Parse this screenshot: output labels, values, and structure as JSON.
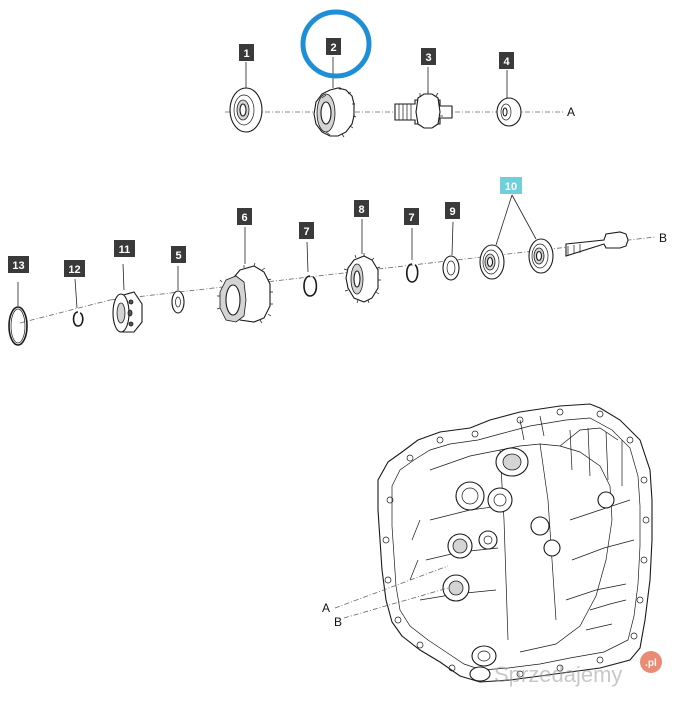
{
  "parts": [
    {
      "id": "part-1",
      "label": "1"
    },
    {
      "id": "part-2",
      "label": "2"
    },
    {
      "id": "part-3",
      "label": "3"
    },
    {
      "id": "part-4",
      "label": "4"
    },
    {
      "id": "part-5",
      "label": "5"
    },
    {
      "id": "part-6",
      "label": "6"
    },
    {
      "id": "part-7a",
      "label": "7"
    },
    {
      "id": "part-7b",
      "label": "7"
    },
    {
      "id": "part-8",
      "label": "8"
    },
    {
      "id": "part-9",
      "label": "9"
    },
    {
      "id": "part-10",
      "label": "10"
    },
    {
      "id": "part-11",
      "label": "11"
    },
    {
      "id": "part-12",
      "label": "12"
    },
    {
      "id": "part-13",
      "label": "13"
    }
  ],
  "axes": {
    "a_label": "A",
    "b_label": "B"
  },
  "highlight": {
    "part": "2",
    "color": "#1e8fd6"
  },
  "highlight_tag_color": "#6fd0dc",
  "watermark": {
    "text": "Sprzedajemy",
    "badge": ".pl"
  }
}
